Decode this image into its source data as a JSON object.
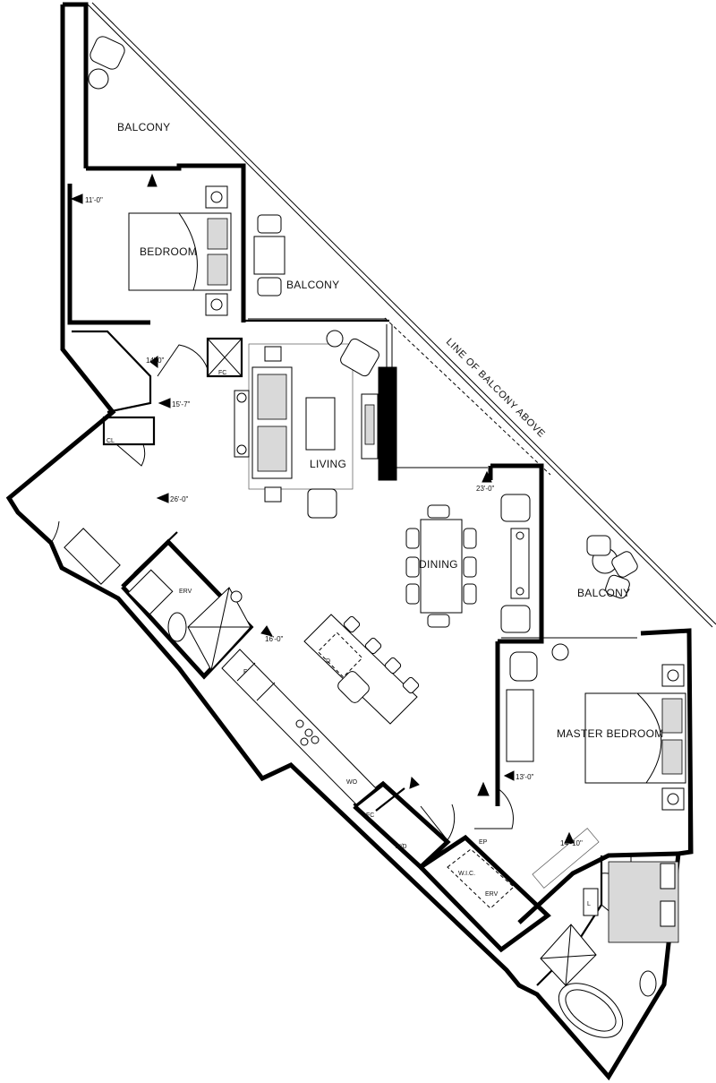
{
  "rooms": {
    "balcony_top": "BALCONY",
    "bedroom": "BEDROOM",
    "balcony_mid": "BALCONY",
    "living": "LIVING",
    "dining": "DINING",
    "balcony_right": "BALCONY",
    "master_bedroom": "MASTER BEDROOM"
  },
  "note": "LINE OF BALCONY ABOVE",
  "dimensions": {
    "bedroom_width": "11'-0\"",
    "bedroom_depth": "14'-0\"",
    "entry": "15'-7\"",
    "living_length": "26'-0\"",
    "dining_width": "23'-0\"",
    "kitchen": "16'-0\"",
    "master_width": "13'-0\"",
    "master_depth": "14'-10\""
  },
  "fixtures": {
    "fc_bedroom": "FC",
    "coat": "CL",
    "erv_bath": "ERV",
    "fridge": "F",
    "island_d": "D",
    "wall_oven": "WO",
    "fc_hall": "FC",
    "washer_dryer": "W/D",
    "walk_in_closet": "W.I.C.",
    "erv_closet": "ERV",
    "electrical_panel": "EP",
    "linen": "L"
  }
}
